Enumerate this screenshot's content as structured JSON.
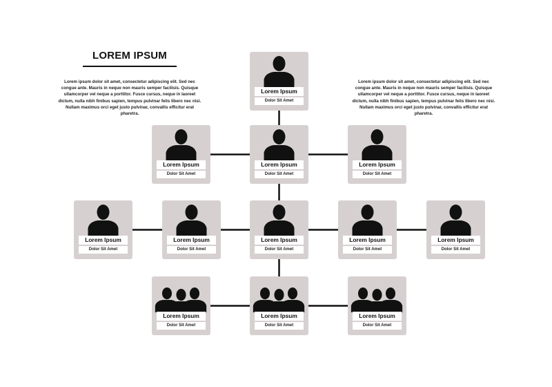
{
  "header": {
    "title": "LOREM IPSUM",
    "paragraph_left": "Lorem ipsum dolor sit amet, consectetur adipiscing elit. Sed nec congue ante. Mauris in neque non mauris semper facilisis. Quisque ullamcorper vel neque a porttitor. Fusce cursus, neque in laoreet dictum, nulla nibh finibus sapien, tempus pulvinar felis libero nec nisi. Nullam maximus orci eget justo pulvinar, convallis efficitur erat pharetra.",
    "paragraph_right": "Lorem ipsum dolor sit amet, consectetur adipiscing elit. Sed nec congue ante. Mauris in neque non mauris semper facilisis. Quisque ullamcorper vel neque a porttitor. Fusce cursus, neque in laoreet dictum, nulla nibh finibus sapien, tempus pulvinar felis libero nec nisi. Nullam maximus orci eget justo pulvinar, convallis efficitur erat pharetra."
  },
  "colors": {
    "card": "#d6d1d0",
    "line": "#111111",
    "silhouette": "#111111"
  },
  "cards": [
    {
      "id": "top",
      "icon": "person-icon",
      "name": "Lorem Ipsum",
      "role": "Dolor Sit Amet"
    },
    {
      "id": "r1-left",
      "icon": "person-icon",
      "name": "Lorem Ipsum",
      "role": "Dolor Sit Amet"
    },
    {
      "id": "r1-center",
      "icon": "person-icon",
      "name": "Lorem Ipsum",
      "role": "Dolor Sit Amet"
    },
    {
      "id": "r1-right",
      "icon": "person-icon",
      "name": "Lorem Ipsum",
      "role": "Dolor Sit Amet"
    },
    {
      "id": "r2-far-left",
      "icon": "person-icon",
      "name": "Lorem Ipsum",
      "role": "Dolor Sit Amet"
    },
    {
      "id": "r2-left",
      "icon": "person-icon",
      "name": "Lorem Ipsum",
      "role": "Dolor Sit Amet"
    },
    {
      "id": "r2-center",
      "icon": "person-icon",
      "name": "Lorem Ipsum",
      "role": "Dolor Sit Amet"
    },
    {
      "id": "r2-right",
      "icon": "person-icon",
      "name": "Lorem Ipsum",
      "role": "Dolor Sit Amet"
    },
    {
      "id": "r2-far-right",
      "icon": "person-icon",
      "name": "Lorem Ipsum",
      "role": "Dolor Sit Amet"
    },
    {
      "id": "r3-left",
      "icon": "group-icon",
      "name": "Lorem Ipsum",
      "role": "Dolor Sit Amet"
    },
    {
      "id": "r3-center",
      "icon": "group-icon",
      "name": "Lorem Ipsum",
      "role": "Dolor Sit Amet"
    },
    {
      "id": "r3-right",
      "icon": "group-icon",
      "name": "Lorem Ipsum",
      "role": "Dolor Sit Amet"
    }
  ],
  "connections": [
    [
      "top",
      "r1-center"
    ],
    [
      "r1-left",
      "r1-center"
    ],
    [
      "r1-center",
      "r1-right"
    ],
    [
      "r1-center",
      "r2-center"
    ],
    [
      "r2-far-left",
      "r2-left"
    ],
    [
      "r2-left",
      "r2-center"
    ],
    [
      "r2-center",
      "r2-right"
    ],
    [
      "r2-right",
      "r2-far-right"
    ],
    [
      "r2-center",
      "r3-center"
    ],
    [
      "r3-left",
      "r3-center"
    ],
    [
      "r3-center",
      "r3-right"
    ]
  ]
}
